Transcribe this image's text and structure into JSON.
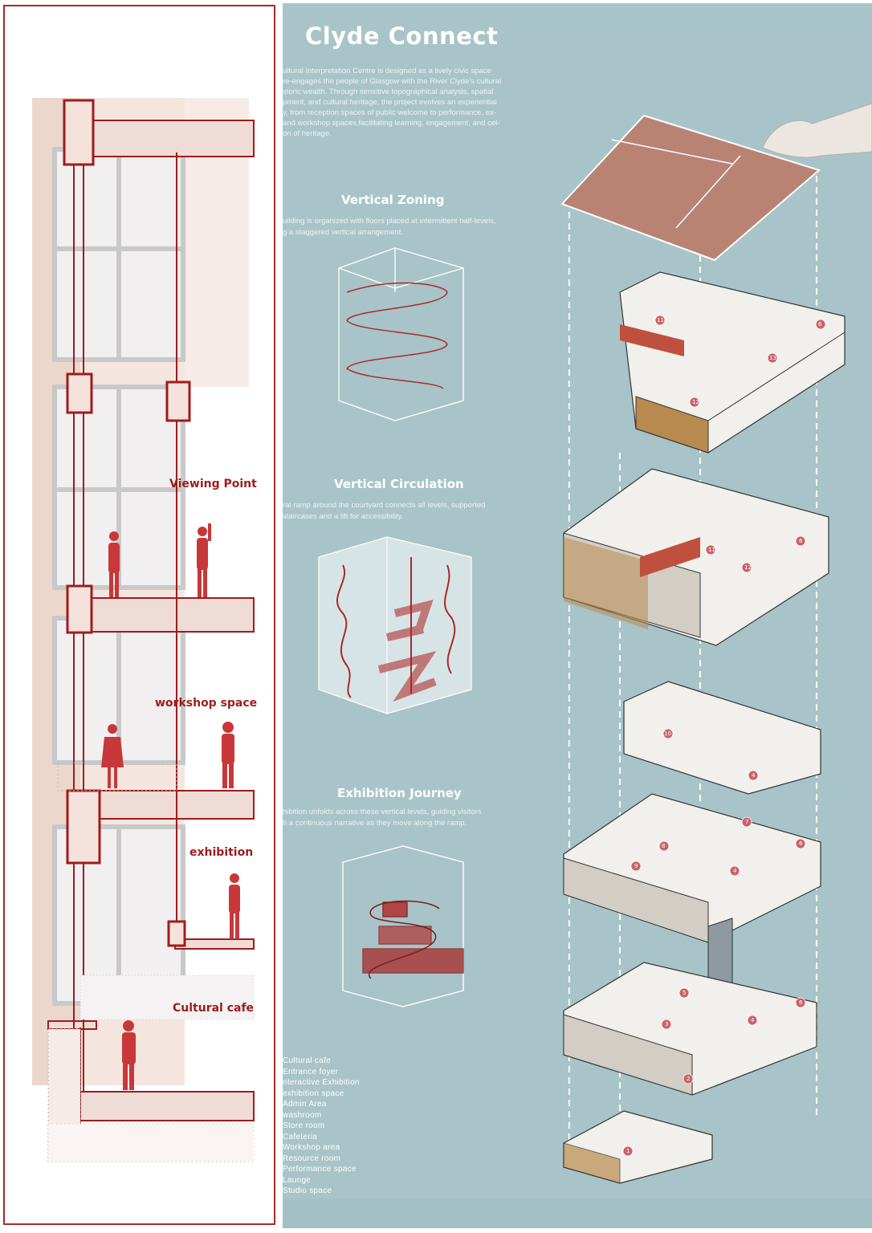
{
  "title": "Clyde Connect",
  "intro_lines": [
    "ultural Interpretation Centre is designed as a lively civic space",
    "re-engages the people of Glasgow with the River Clyde's cultural",
    "storic wealth. Through sensitive topographical analysis, spatial",
    "pment, and cultural heritage, the project evolves an experiential",
    "y, from reception spaces of public welcome to performance, ex-",
    "and workshop spaces,facilitating learning, engagement, and cel-",
    "on of heritage."
  ],
  "section_labels": {
    "viewing_point": "Viewing Point",
    "workshop_space": "workshop space",
    "exhibition": "exhibition",
    "cultural_cafe": "Cultural cafe"
  },
  "vertical_zoning": {
    "heading": "Vertical Zoning",
    "desc": [
      "uilding is organized with floors placed at intermittent half-levels,",
      "g a staggered vertical arrangement."
    ]
  },
  "vertical_circulation": {
    "heading": "Vertical Circulation",
    "desc": [
      "ral ramp around the courtyard connects all levels, supported",
      " staircases and a lift for accessibility."
    ]
  },
  "exhibition_journey": {
    "heading": "Exhibition Journey",
    "desc": [
      "hibition unfolds across these vertical levels, guiding visitors",
      "h a continuous narrative as they move along the ramp."
    ]
  },
  "legend": [
    "Cultural cafe",
    "Entrance foyer",
    "nteractive Exhibition",
    "exhibition space",
    "Admin Area",
    "washroom",
    "Store room",
    "Cafeteria",
    "Workshop area",
    "Resource room",
    "Performance space",
    "Launge",
    "Studio space"
  ],
  "room_numbers": {
    "top": [
      "11",
      "6",
      "13",
      "12"
    ],
    "second": [
      "11",
      "12",
      "6"
    ],
    "third": [
      "10",
      "4"
    ],
    "fourth": [
      "8",
      "7",
      "6",
      "9",
      "4"
    ],
    "fifth": [
      "5",
      "6",
      "3",
      "4",
      "2"
    ],
    "ground": [
      "1"
    ]
  },
  "colors": {
    "accent_red": "#a82a2a",
    "figure_red": "#c8383a",
    "background_blue": "#a8c4c8",
    "roof_terracotta": "#b98374",
    "wall_white": "#f2f0ec",
    "timber": "#b98a4e"
  }
}
